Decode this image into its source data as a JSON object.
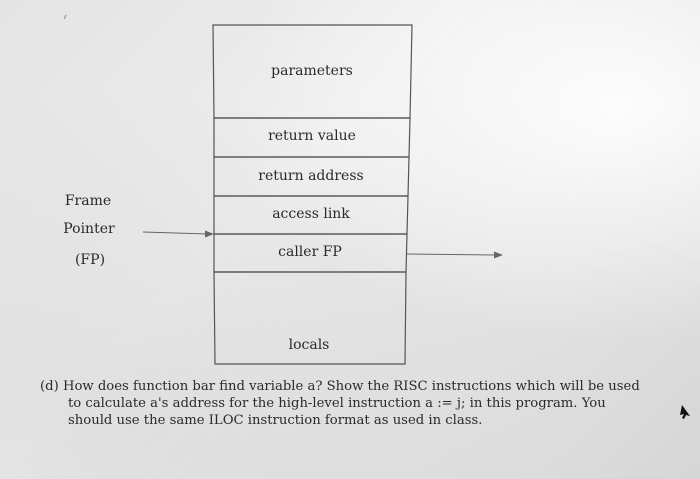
{
  "diagram": {
    "cells": [
      {
        "id": "parameters",
        "label": "parameters"
      },
      {
        "id": "return-value",
        "label": "return value"
      },
      {
        "id": "return-address",
        "label": "return address"
      },
      {
        "id": "access-link",
        "label": "access link"
      },
      {
        "id": "caller-fp",
        "label": "caller FP"
      },
      {
        "id": "locals",
        "label": "locals"
      }
    ],
    "frame_pointer_lines": [
      "Frame",
      "Pointer",
      "(FP)"
    ]
  },
  "question": {
    "label": "(d)",
    "line1": "How does function bar find variable a? Show the RISC instructions which will be used",
    "line2": "to calculate a's address for the high-level instruction a := j; in this program.  You",
    "line3": "should use the same ILOC instruction format as used in class."
  }
}
